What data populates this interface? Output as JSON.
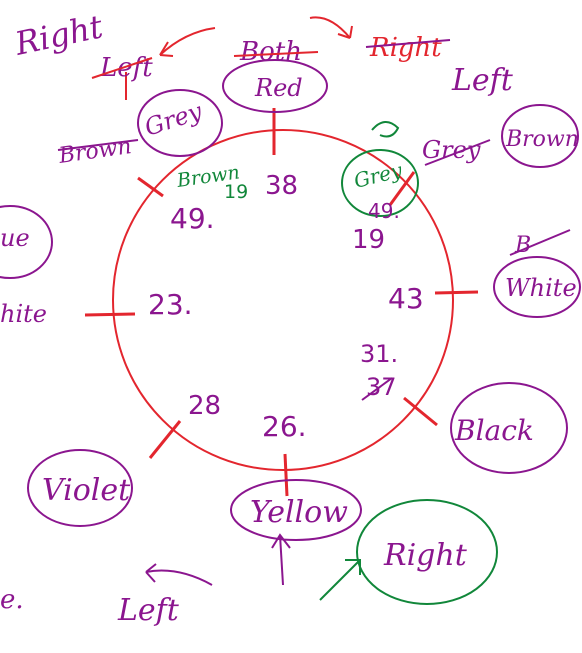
{
  "colors": {
    "red": "#e3262e",
    "purple": "#8b168f",
    "green": "#11873a"
  },
  "top_labels": {
    "right_top_left": "Right",
    "left_struck": "Left",
    "both_struck": "Both",
    "right_struck": "Right",
    "left_top_right": "Left",
    "left_bottom": "Left",
    "right_bottom": "Right"
  },
  "circled_words": {
    "red": "Red",
    "grey_top_left": "Grey",
    "grey_inside": "Grey",
    "brown_top_right": "Brown",
    "white": "White",
    "black": "Black",
    "yellow": "Yellow",
    "violet": "Violet",
    "blue_partial": "ue",
    "white_partial": "hite"
  },
  "loose_words": {
    "brown_struck": "Brown",
    "brown_inside": "Brown",
    "grey_struck": "Grey",
    "b_struck": "B"
  },
  "numbers": {
    "n38": "38",
    "n19_top": "19",
    "n49_left": "49.",
    "n19_right": "19",
    "n49_right": "49.",
    "n43": "43",
    "n23": "23.",
    "n31": "31.",
    "n37_struck": "37",
    "n28": "28",
    "n26": "26.",
    "edge_partial": "e."
  }
}
